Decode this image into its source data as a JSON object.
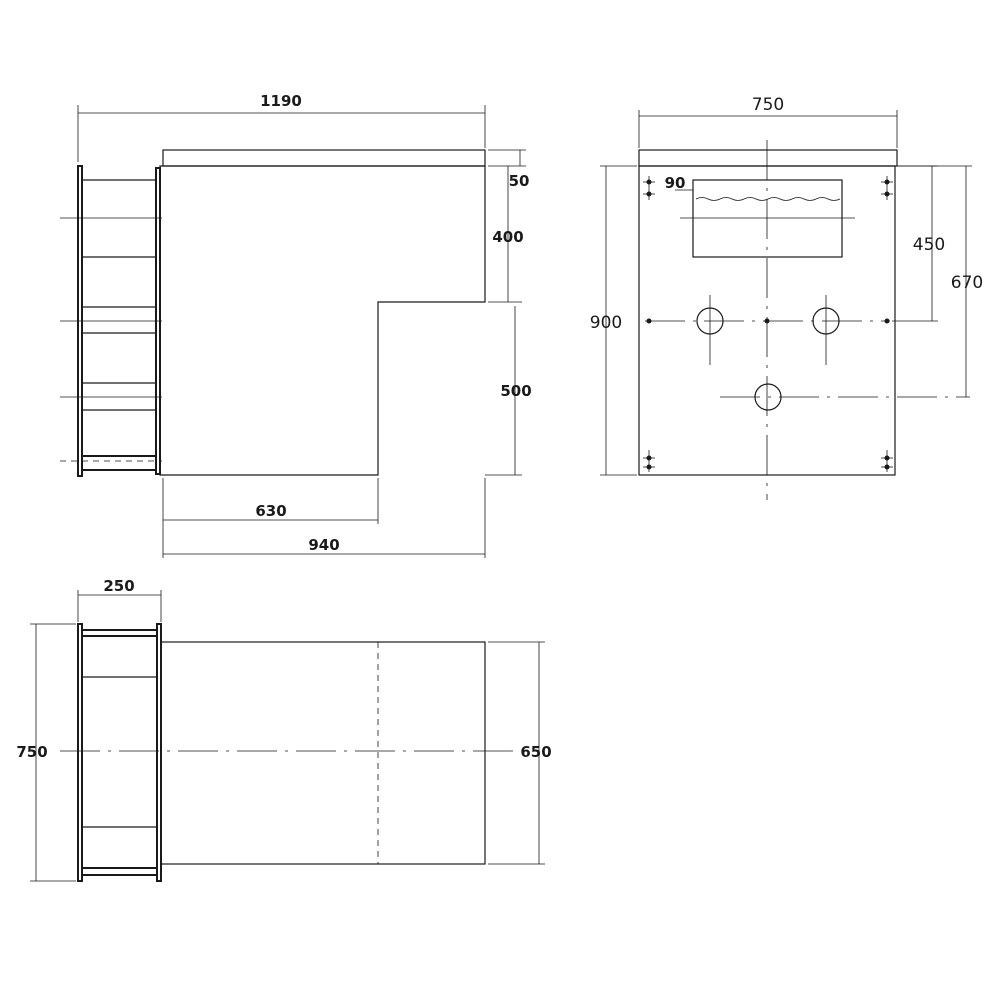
{
  "drawing": {
    "side_view": {
      "overall_width": "1190",
      "top_thickness": "50",
      "upper_height": "400",
      "lower_height": "500",
      "inner_depth": "630",
      "base_width": "940"
    },
    "front_view": {
      "width": "750",
      "panel_offset": "90",
      "center_height": "450",
      "lower_hole_height": "670",
      "height": "900"
    },
    "plan_view": {
      "ladder_depth": "250",
      "overall_depth": "750",
      "body_depth": "650"
    }
  },
  "colors": {
    "line": "#1a1a1a",
    "background": "#ffffff"
  }
}
